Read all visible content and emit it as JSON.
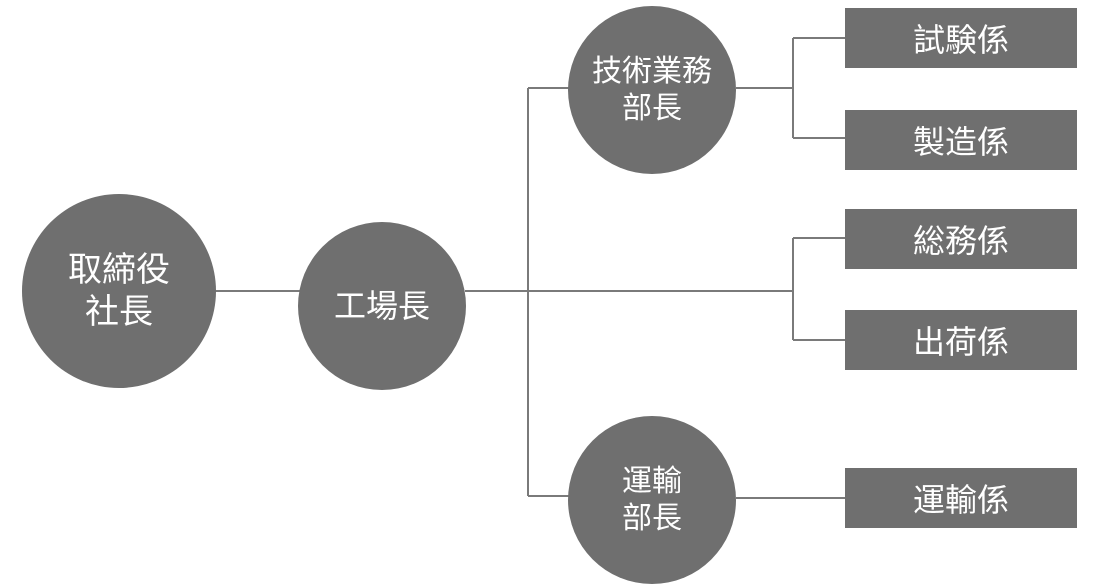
{
  "colors": {
    "node_fill": "#6f6f6f",
    "connector": "#7a7a7a",
    "text": "#ffffff",
    "background": "#ffffff"
  },
  "nodes": {
    "president": {
      "line1": "取締役",
      "line2": "社長"
    },
    "plant_manager": {
      "line1": "工場長"
    },
    "tech_manager": {
      "line1": "技術業務",
      "line2": "部長"
    },
    "transport_manager": {
      "line1": "運輸",
      "line2": "部長"
    }
  },
  "sections": {
    "testing": "試験係",
    "manufacturing": "製造係",
    "general_affairs": "総務係",
    "shipping": "出荷係",
    "transport": "運輸係"
  }
}
